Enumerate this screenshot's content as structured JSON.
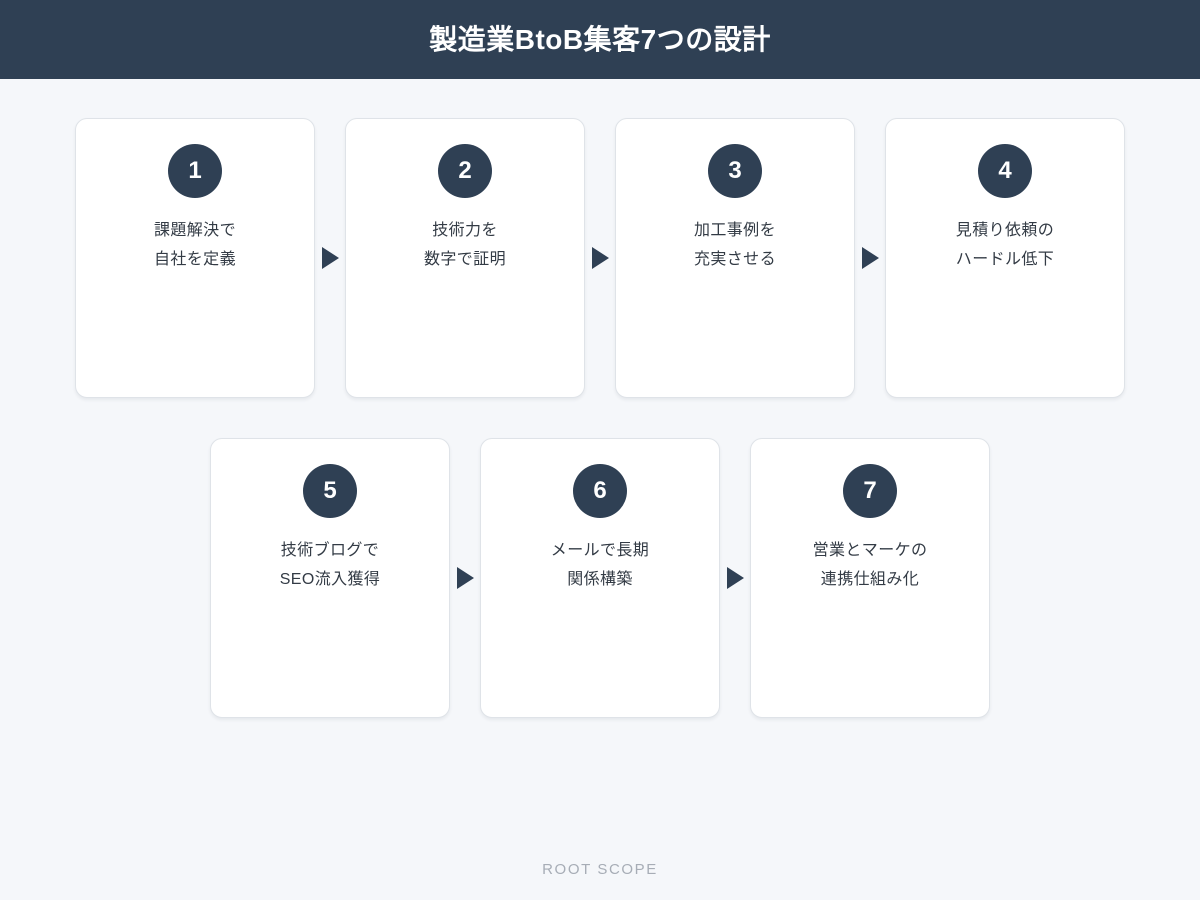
{
  "header": {
    "title": "製造業BtoB集客7つの設計",
    "background_color": "#2f4054",
    "text_color": "#ffffff"
  },
  "theme": {
    "page_background": "#f5f7fa",
    "accent_color": "#2f4054",
    "card_background": "#ffffff",
    "card_border_color": "#dfe3e8",
    "card_text_color": "#333b45",
    "footer_text_color": "#a7adb6"
  },
  "diagram": {
    "type": "flow-steps",
    "step_count": 7,
    "connector_icon": "arrow-right-icon",
    "rows": [
      {
        "row_index": 1,
        "steps": [
          {
            "number": "1",
            "line1": "課題解決で",
            "line2": "自社を定義"
          },
          {
            "number": "2",
            "line1": "技術力を",
            "line2": "数字で証明"
          },
          {
            "number": "3",
            "line1": "加工事例を",
            "line2": "充実させる"
          },
          {
            "number": "4",
            "line1": "見積り依頼の",
            "line2": "ハードル低下"
          }
        ]
      },
      {
        "row_index": 2,
        "steps": [
          {
            "number": "5",
            "line1": "技術ブログで",
            "line2": "SEO流入獲得"
          },
          {
            "number": "6",
            "line1": "メールで長期",
            "line2": "関係構築"
          },
          {
            "number": "7",
            "line1": "営業とマーケの",
            "line2": "連携仕組み化"
          }
        ]
      }
    ]
  },
  "footer": {
    "brand": "ROOT SCOPE"
  }
}
